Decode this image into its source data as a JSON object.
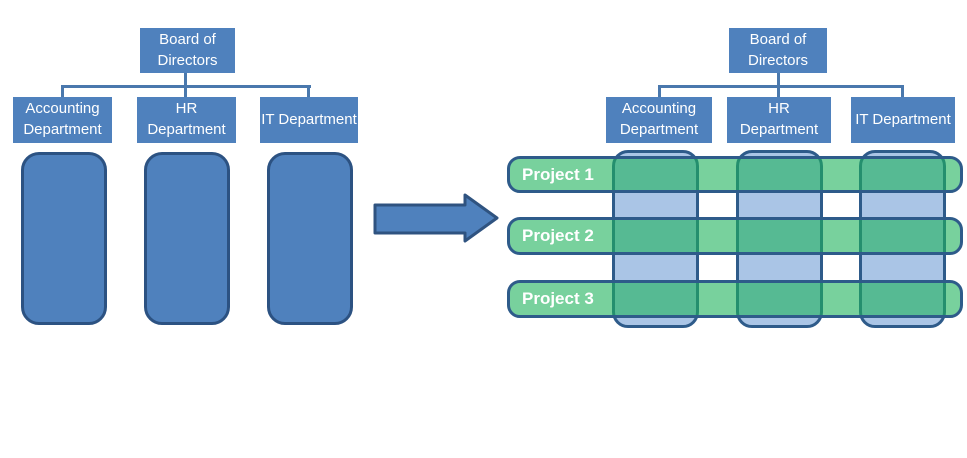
{
  "diagram": {
    "left_chart": {
      "root_label": "Board of Directors",
      "departments": [
        "Accounting Department",
        "HR Department",
        "IT Department"
      ]
    },
    "right_chart": {
      "root_label": "Board of Directors",
      "departments": [
        "Accounting Department",
        "HR Department",
        "IT Department"
      ],
      "projects": [
        "Project 1",
        "Project 2",
        "Project 3"
      ]
    },
    "colors": {
      "org_box_blue": "#4f81bd",
      "shape_border_navy": "#2e5b8a",
      "silo_pill_blue": "#4f81bd",
      "matrix_column_blue": "#aac5e6",
      "project_bar_green": "#7dd3a2",
      "intersection_teal": "#4db394",
      "connector_blue": "#4a78ad"
    }
  }
}
